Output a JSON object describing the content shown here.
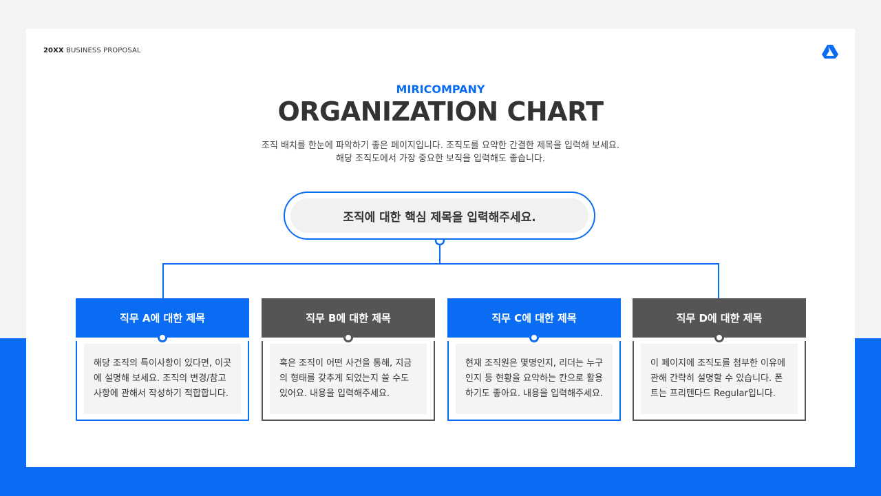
{
  "header": {
    "year_label": "20XX",
    "proposal_label": "BUSINESS PROPOSAL",
    "logo_icon": "drive-triangle-logo"
  },
  "company": "MIRICOMPANY",
  "title": "ORGANIZATION CHART",
  "description": [
    "조직 배치를 한눈에 파악하기 좋은 페이지입니다. 조직도를 요약한 간결한 제목을 입력해 보세요.",
    "해당 조직도에서 가장 중요한 보직을 입력해도 좋습니다."
  ],
  "core_title": "조직에 대한 핵심 제목을 입력해주세요.",
  "colors": {
    "accent": "#0a6cf2",
    "dark": "#555456",
    "text": "#333333"
  },
  "roles": [
    {
      "title": "직무 A에 대한 제목",
      "style": "blue",
      "body": [
        "해당 조직의 특이사항이 있다면, 이곳",
        "에 설명해 보세요. 조직의 변경/참고",
        "사항에 관해서 작성하기 적합합니다."
      ]
    },
    {
      "title": "직무 B에 대한 제목",
      "style": "gray",
      "body": [
        "혹은 조직이 어떤 사건을 통해, 지금",
        "의 형태를 갖추게 되었는지 쓸 수도",
        "있어요. 내용을 입력해주세요."
      ]
    },
    {
      "title": "직무 C에 대한 제목",
      "style": "blue",
      "body": [
        "현재 조직원은 몇명인지, 리더는 누구",
        "인지 등 현황을 요약하는 칸으로 활용",
        "하기도 좋아요. 내용을 입력해주세요."
      ]
    },
    {
      "title": "직무 D에 대한 제목",
      "style": "gray",
      "body": [
        "이 페이지에 조직도를 첨부한 이유에",
        "관해 간략히 설명할 수 있습니다. 폰",
        "트는 프리텐다드 Regular입니다."
      ]
    }
  ]
}
